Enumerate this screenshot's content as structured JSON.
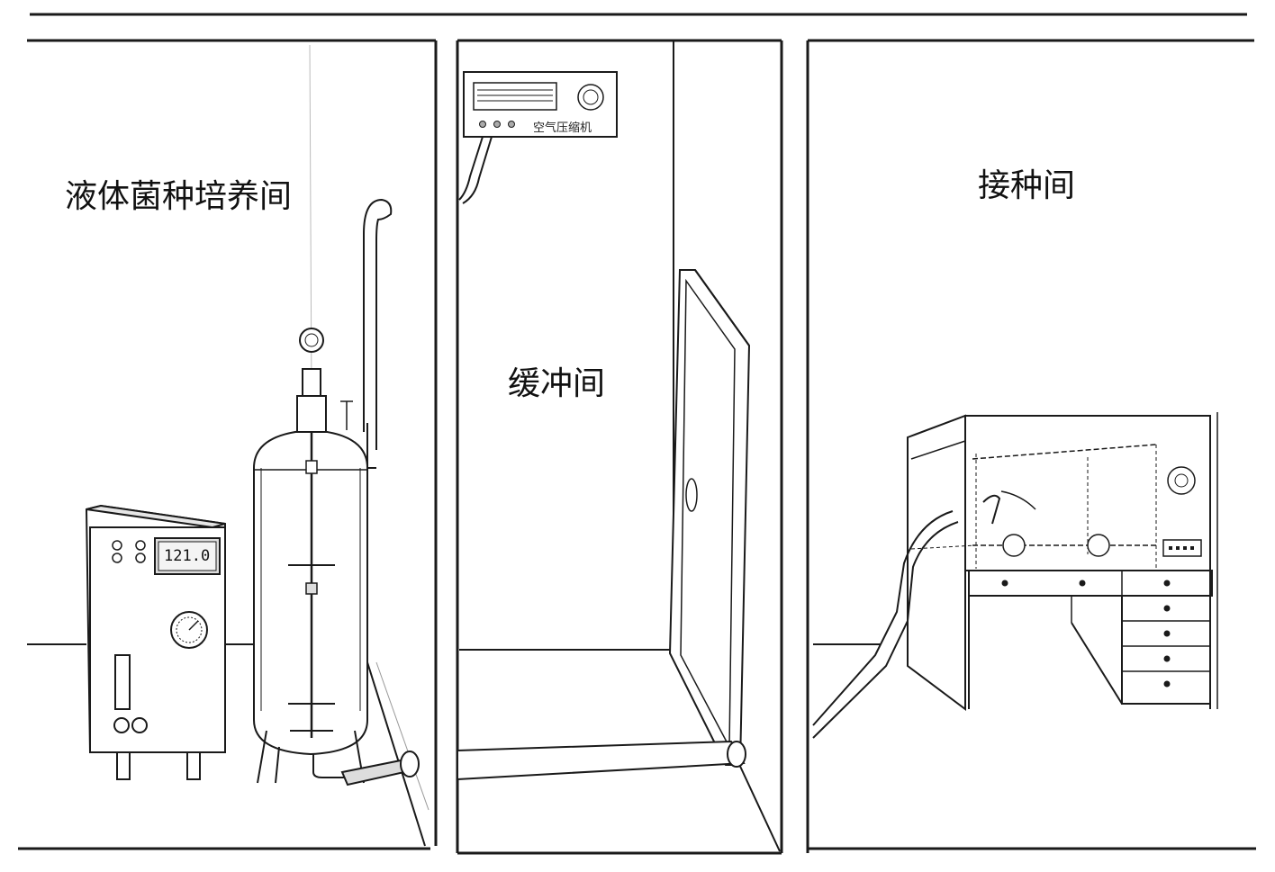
{
  "rooms": {
    "left": {
      "label": "液体菌种培养间"
    },
    "middle": {
      "label": "缓冲间"
    },
    "right": {
      "label": "接种间"
    }
  },
  "equipment": {
    "air_compressor": {
      "label": "空气压缩机"
    },
    "sterilizer_controller": {
      "display_value": "121.0"
    }
  },
  "colors": {
    "line": "#1a1a1a",
    "fill": "#ffffff",
    "shade": "#e6e6e6"
  }
}
